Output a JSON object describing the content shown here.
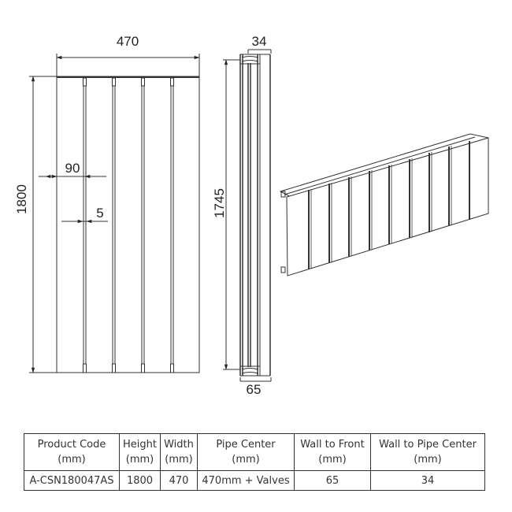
{
  "drawing": {
    "front_view": {
      "width_label": "470",
      "height_label": "1800",
      "bar_spacing_label": "90",
      "bar_gap_label": "5"
    },
    "side_view": {
      "pipe_center_label": "34",
      "pipe_height_label": "1745",
      "depth_label": "65"
    },
    "isometric_view": {
      "description": "3D view of horizontal radiator panel"
    }
  },
  "table": {
    "headers": [
      {
        "title": "Product Code",
        "unit": "(mm)"
      },
      {
        "title": "Height",
        "unit": "(mm)"
      },
      {
        "title": "Width",
        "unit": "(mm)"
      },
      {
        "title": "Pipe Center",
        "unit": "(mm)"
      },
      {
        "title": "Wall to Front",
        "unit": "(mm)"
      },
      {
        "title": "Wall to Pipe Center",
        "unit": "(mm)"
      }
    ],
    "rows": [
      [
        "A-CSN180047AS",
        "1800",
        "470",
        "470mm + Valves",
        "65",
        "34"
      ]
    ]
  },
  "colors": {
    "line": "#333333",
    "text": "#222222",
    "background": "#ffffff"
  }
}
